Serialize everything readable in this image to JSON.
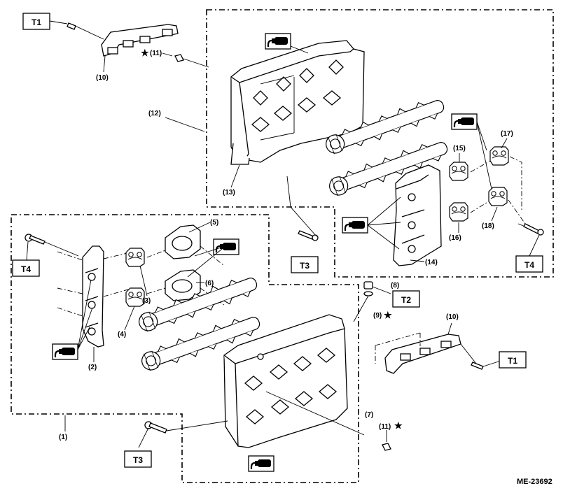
{
  "torque_labels": {
    "t1": "T1",
    "t2": "T2",
    "t3": "T3",
    "t4": "T4"
  },
  "part_callouts": {
    "p1": "(1)",
    "p2": "(2)",
    "p3": "(3)",
    "p4": "(4)",
    "p5": "(5)",
    "p6": "(6)",
    "p7": "(7)",
    "p8": "(8)",
    "p9": "(9)",
    "p10": "(10)",
    "p11": "(11)",
    "p12": "(12)",
    "p13": "(13)",
    "p14": "(14)",
    "p15": "(15)",
    "p16": "(16)",
    "p17": "(17)",
    "p18": "(18)"
  },
  "replace_mark": "★",
  "figure_code": "ME-23692",
  "icons": [
    "sealant-tube-icon",
    "bolt-icon",
    "camshaft-icon",
    "camshaft-cap-icon",
    "oil-seal-icon",
    "cylinder-head-icon",
    "camshaft-carrier-icon",
    "gasket-icon"
  ]
}
